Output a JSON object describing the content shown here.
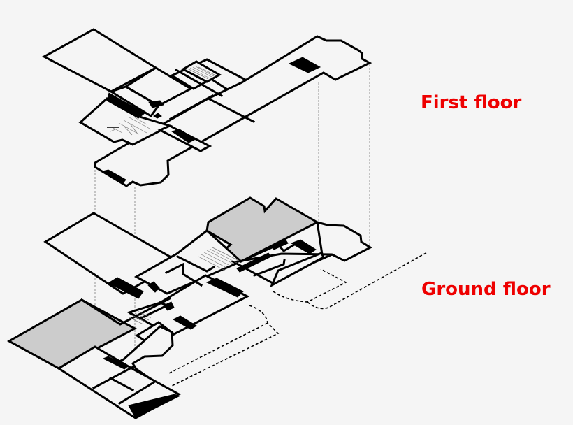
{
  "diagram": {
    "type": "isometric-floor-plan",
    "floors": [
      {
        "id": "first",
        "label": "First floor"
      },
      {
        "id": "ground",
        "label": "Ground floor"
      }
    ]
  },
  "labels": {
    "first_floor": "First floor",
    "ground_floor": "Ground floor"
  },
  "colors": {
    "label": "#ee0000",
    "background": "#f5f5f5",
    "wall": "#000000",
    "shaded_area": "#cccccc",
    "guide_line": "#888888"
  },
  "icons": {
    "stairs": "hatched-stairs",
    "solid_block": "black-fill",
    "guide": "dashed-vertical-projection"
  }
}
